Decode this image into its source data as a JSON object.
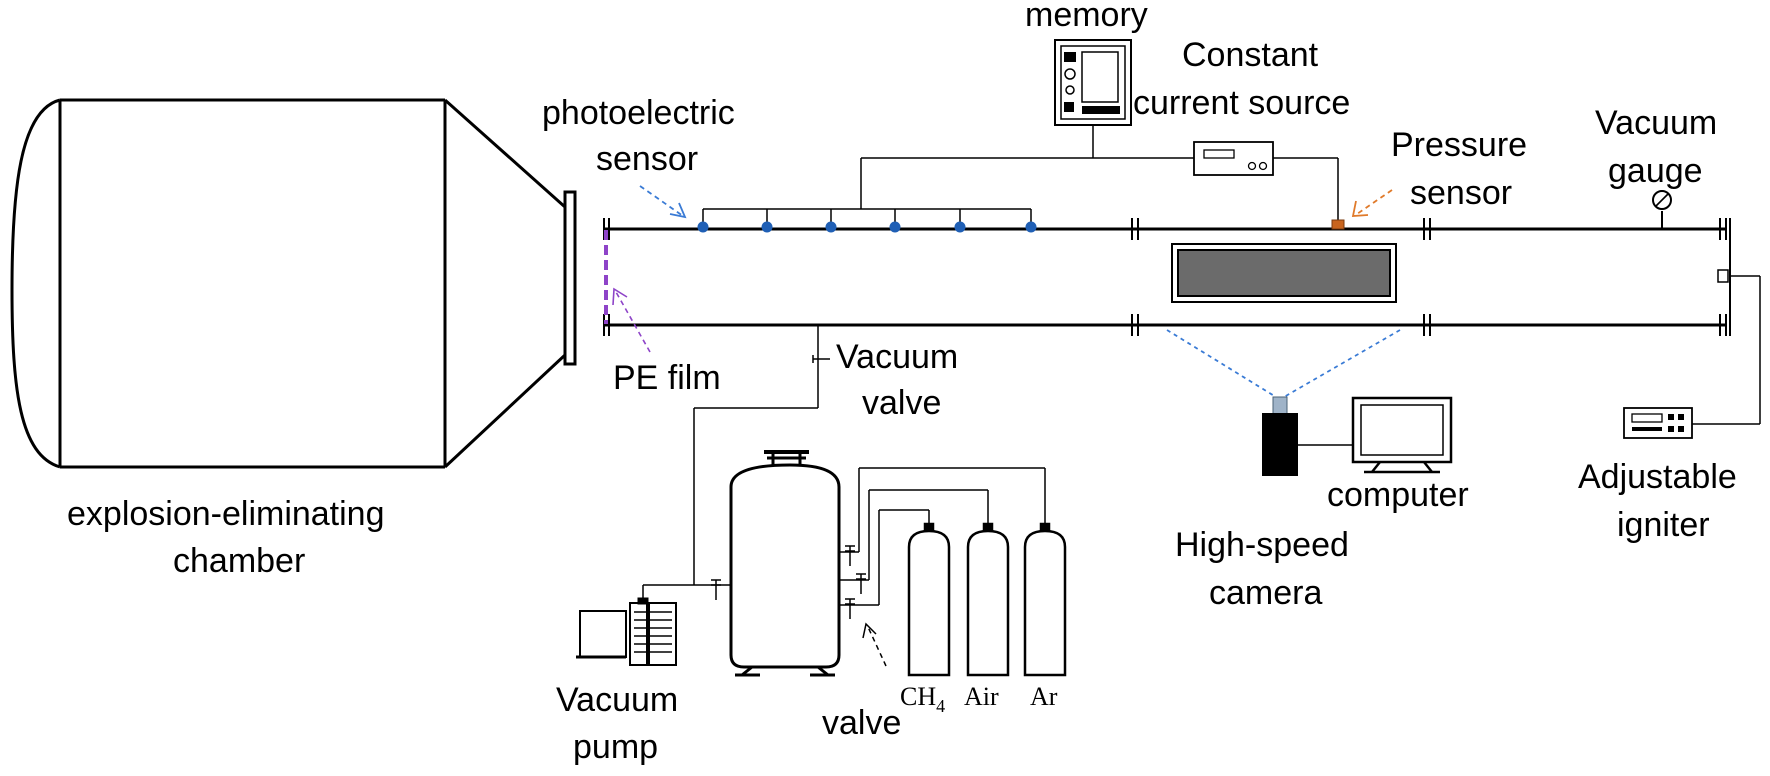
{
  "labels": {
    "memory": "memory",
    "constant_current_source_line1": "Constant",
    "constant_current_source_line2": "current source",
    "photoelectric_sensor_line1": "photoelectric",
    "photoelectric_sensor_line2": "sensor",
    "pressure_sensor_line1": "Pressure",
    "pressure_sensor_line2": "sensor",
    "vacuum_gauge_line1": "Vacuum",
    "vacuum_gauge_line2": "gauge",
    "pe_film": "PE film",
    "vacuum_valve_line1": "Vacuum",
    "vacuum_valve_line2": "valve",
    "explosion_chamber_line1": "explosion-eliminating",
    "explosion_chamber_line2": "chamber",
    "computer": "computer",
    "high_speed_camera_line1": "High-speed",
    "high_speed_camera_line2": "camera",
    "adjustable_igniter_line1": "Adjustable",
    "adjustable_igniter_line2": "igniter",
    "vacuum_pump_line1": "Vacuum",
    "vacuum_pump_line2": "pump",
    "valve": "valve",
    "cylinder_ch4": "CH",
    "cylinder_ch4_subscript": "4",
    "cylinder_air": "Air",
    "cylinder_ar": "Ar"
  },
  "colors": {
    "line": "#000000",
    "photoelectric_arrow": "#3a7bd5",
    "photoelectric_sensor_dot": "#1f5fb5",
    "pressure_arrow": "#e07a2a",
    "pressure_sensor_dot": "#c8641e",
    "pe_film": "#8e44c8",
    "camera_view_lines": "#3a7bd5",
    "window_fill": "#6b6b6b",
    "camera_lens": "#9fb3c8"
  }
}
